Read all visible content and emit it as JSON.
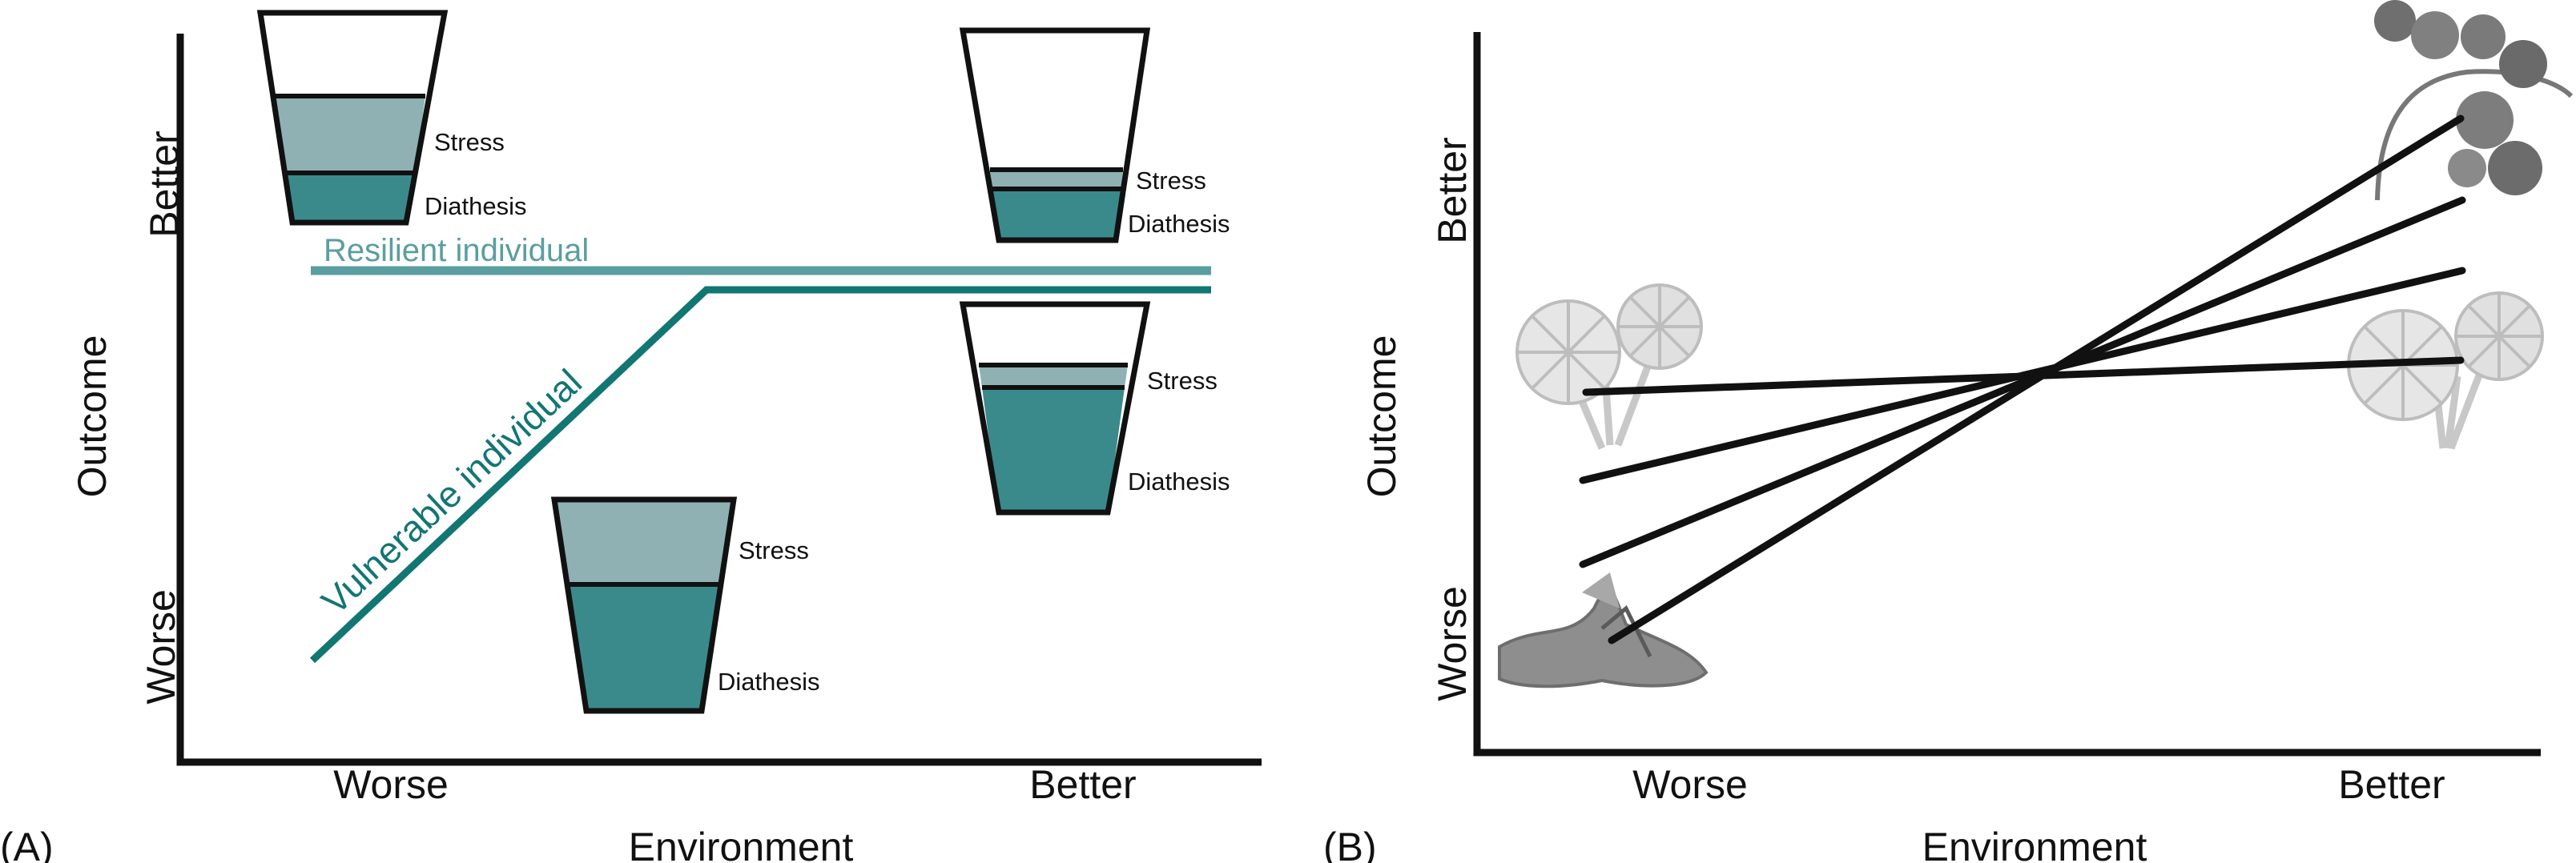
{
  "panel_a": {
    "label": "(A)",
    "x_axis": {
      "title": "Environment",
      "worse": "Worse",
      "better": "Better"
    },
    "y_axis": {
      "title": "Outcome",
      "worse": "Worse",
      "better": "Better"
    },
    "resilient_label": "Resilient individual",
    "vulnerable_label": "Vulnerable individual",
    "cups": [
      {
        "stress": "Stress",
        "diathesis": "Diathesis"
      },
      {
        "stress": "Stress",
        "diathesis": "Diathesis"
      },
      {
        "stress": "Stress",
        "diathesis": "Diathesis"
      },
      {
        "stress": "Stress",
        "diathesis": "Diathesis"
      }
    ]
  },
  "panel_b": {
    "label": "(B)",
    "x_axis": {
      "title": "Environment",
      "worse": "Worse",
      "better": "Better"
    },
    "y_axis": {
      "title": "Outcome",
      "worse": "Worse",
      "better": "Better"
    }
  },
  "colors": {
    "resilient": "#5a9ea0",
    "vulnerable": "#127673",
    "stress": "#8fb1b3",
    "diathesis": "#3a8a8c",
    "axis": "#111111"
  }
}
